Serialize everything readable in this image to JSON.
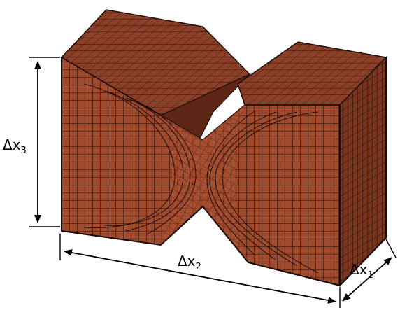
{
  "figure": {
    "dimension_labels": {
      "x1": {
        "base": "Δx",
        "subscript": "1"
      },
      "x2": {
        "base": "Δx",
        "subscript": "2"
      },
      "x3": {
        "base": "Δx",
        "subscript": "3"
      }
    },
    "colors": {
      "front_face": "#a04b2d",
      "top_face": "#8c4028",
      "side_face": "#7a361f",
      "notch_face": "#b25535",
      "mesh_line": "#1a0a06",
      "dimension_line": "#000000",
      "background": "#ffffff"
    }
  }
}
